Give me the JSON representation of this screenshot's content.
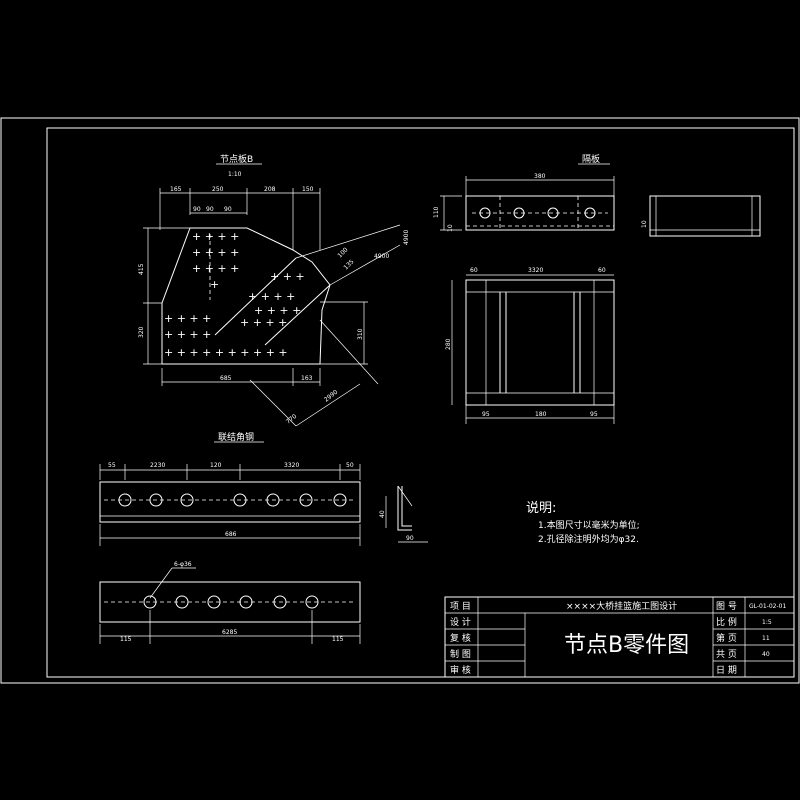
{
  "views": {
    "node_plate": {
      "title": "节点板B",
      "scale": "1:10"
    },
    "diaphragm": {
      "title": "隔板"
    },
    "connecting_angle": {
      "title": "联结角钢"
    }
  },
  "dims": {
    "np_top": [
      "165",
      "250",
      "208",
      "150"
    ],
    "np_sub": [
      "90",
      "90",
      "90"
    ],
    "np_left": [
      "415",
      "320"
    ],
    "np_bottom": [
      "685",
      "163"
    ],
    "np_diag": [
      "100",
      "135",
      "4900",
      "4900",
      "310",
      "2990",
      "770"
    ],
    "dp_top": "380",
    "dp_left": [
      "110",
      "10"
    ],
    "dp_side": "10",
    "dp2_top": [
      "60",
      "3320",
      "60"
    ],
    "dp2_left": "280",
    "dp2_bottom": [
      "95",
      "180",
      "95"
    ],
    "ang_top": [
      "55",
      "2230",
      "120",
      "3320",
      "50"
    ],
    "ang_total": "686",
    "sec_dims": [
      "40",
      "90"
    ],
    "ang2_holes": "6-φ36",
    "ang2_bottom": [
      "115",
      "6285",
      "115"
    ]
  },
  "notes": {
    "title": "说明:",
    "items": [
      "1.本图尺寸以毫米为单位;",
      "2.孔径除注明外均为φ32."
    ]
  },
  "title_block": {
    "labels": [
      "项 目",
      "设 计",
      "复 核",
      "制 图",
      "审 核"
    ],
    "project": "××××大桥挂篮施工图设计",
    "drawing_title": "节点B零件图",
    "right_labels": [
      "图 号",
      "比 例",
      "第 页",
      "共 页",
      "日 期"
    ],
    "right_values": [
      "GL-01-02-01",
      "1:5",
      "11",
      "40",
      ""
    ]
  }
}
